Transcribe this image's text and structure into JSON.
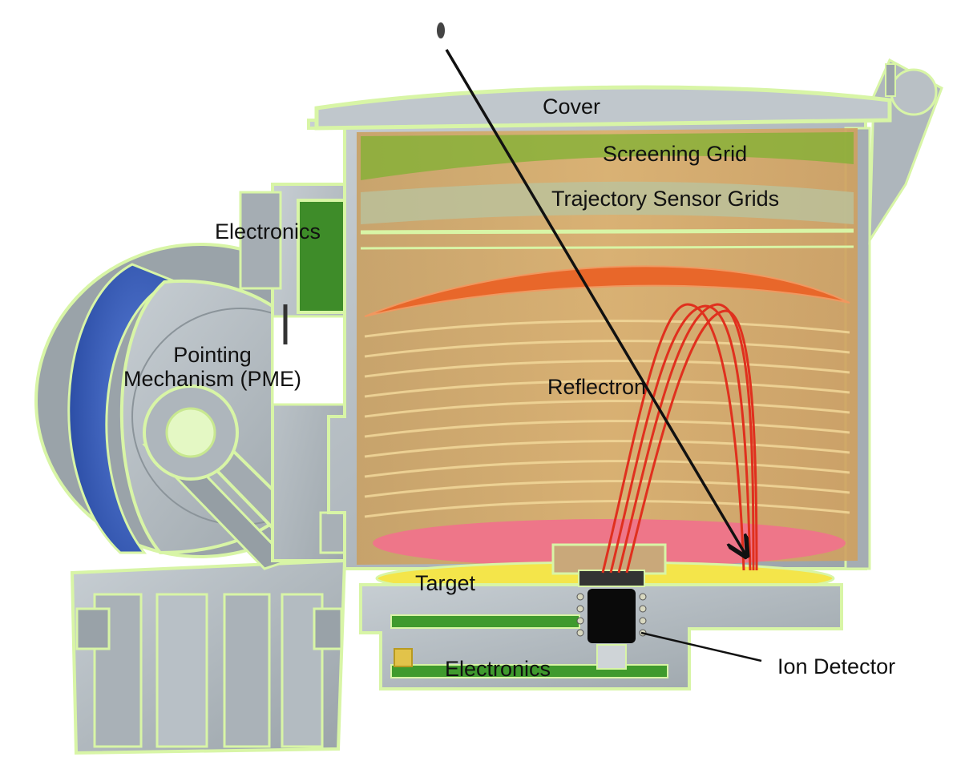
{
  "labels": {
    "cover": "Cover",
    "screening_grid": "Screening Grid",
    "trajectory_sensor_grids": "Trajectory Sensor Grids",
    "electronics_top": "Electronics",
    "pointing_mechanism": "Pointing\nMechanism (PME)",
    "reflectron": "Reflectron",
    "target": "Target",
    "electronics_bottom": "Electronics",
    "ion_detector": "Ion Detector"
  },
  "colors": {
    "metal": "#b4bcc2",
    "metal_dark": "#8c959b",
    "edge": "#d8f5a6",
    "reflectron": "#d9aa62",
    "grid_green": "#7fb232",
    "trajectory_grid": "#b8c4a0",
    "electronics_green": "#3f9a2d",
    "orange_plate": "#e8672a",
    "pink_plate": "#ee7689",
    "target_yellow": "#f4e54a",
    "pme_blue": "#3d62c2",
    "ion_path": "#e0301e",
    "trajectory_line": "#111111",
    "detector": "#0a0a0a"
  }
}
